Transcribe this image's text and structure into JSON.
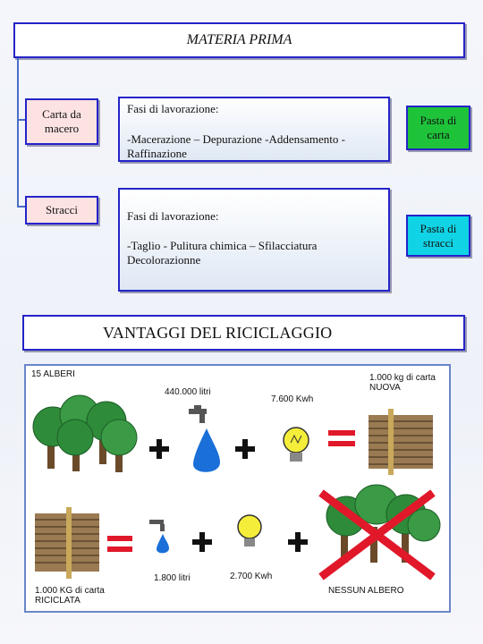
{
  "title": "MATERIA PRIMA",
  "sources": [
    {
      "label": "Carta da macero"
    },
    {
      "label": "Stracci"
    }
  ],
  "phases": [
    {
      "heading": "Fasi di lavorazione:",
      "steps": "-Macerazione – Depurazione -Addensamento -Raffinazione"
    },
    {
      "heading": "Fasi di lavorazione:",
      "steps": "-Taglio - Pulitura chimica – Sfilacciatura Decolorazionne"
    }
  ],
  "products": [
    {
      "label": "Pasta di carta"
    },
    {
      "label": "Pasta di stracci"
    }
  ],
  "benefits_title": "VANTAGGI DEL RICICLAGGIO",
  "illustration": {
    "row1": {
      "trees_label": "15 ALBERI",
      "water_label": "440.000 litri",
      "energy_label": "7.600 Kwh",
      "result_label": "1.000 kg di carta NUOVA"
    },
    "row2": {
      "water_label": "1.800 litri",
      "energy_label": "2.700 Kwh",
      "result_label": "NESSUN ALBERO",
      "source_label": "1.000 KG di carta RICICLATA"
    },
    "colors": {
      "plus": "#111111",
      "equals": "#e0182a",
      "cross": "#e0182a",
      "tree": "#2e8b3a",
      "trunk": "#6b4a2a",
      "water": "#1a6fd8",
      "bulb": "#f4ee3a"
    }
  }
}
